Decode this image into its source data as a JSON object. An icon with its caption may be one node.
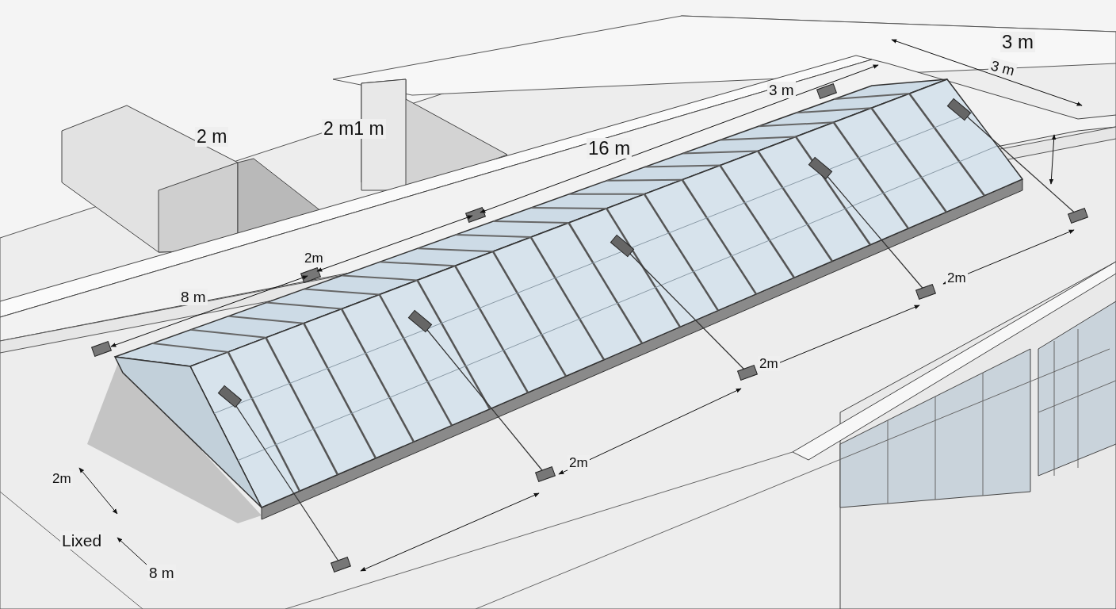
{
  "diagram": {
    "labels": [
      "3 m",
      "3 m",
      "3 m",
      "2 m",
      "2 m1 m",
      "16 m",
      "2m",
      "2m",
      "8 m",
      "2m",
      "2m",
      "2m",
      "Lixed",
      "8 m"
    ]
  }
}
